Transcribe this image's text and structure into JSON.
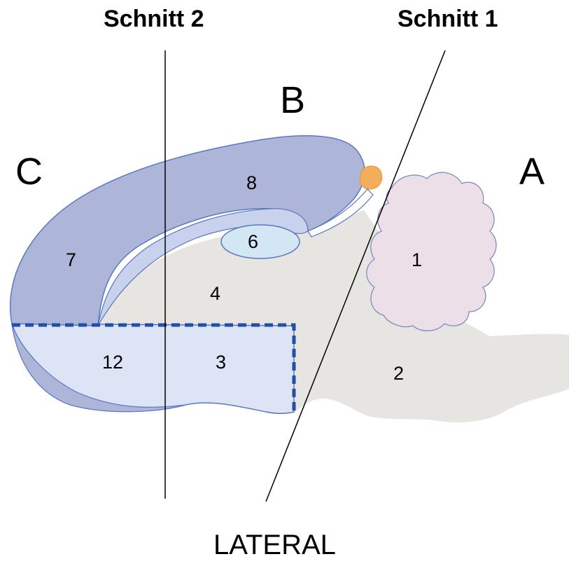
{
  "cuts": {
    "cut2": "Schnitt 2",
    "cut1": "Schnitt 1"
  },
  "directions": {
    "a": "A",
    "b": "B",
    "c": "C",
    "bottom": "LATERAL"
  },
  "regions": {
    "r1": "1",
    "r2": "2",
    "r3": "3",
    "r4": "4",
    "r6": "6",
    "r7": "7",
    "r8": "8",
    "r12": "12"
  },
  "colors": {
    "brainstem_fill": "#e6e5e2",
    "cerebellum_fill": "#ecdfe7",
    "cortex_fill": "#adb6d9",
    "inner_fill": "#c9d2ec",
    "hippo_fill": "#d3e6f3",
    "base_fill": "#dde4f5",
    "gland_fill": "#f3ae5b",
    "outline": "#5a77c0",
    "dashed_line": "#1f4fa6"
  }
}
